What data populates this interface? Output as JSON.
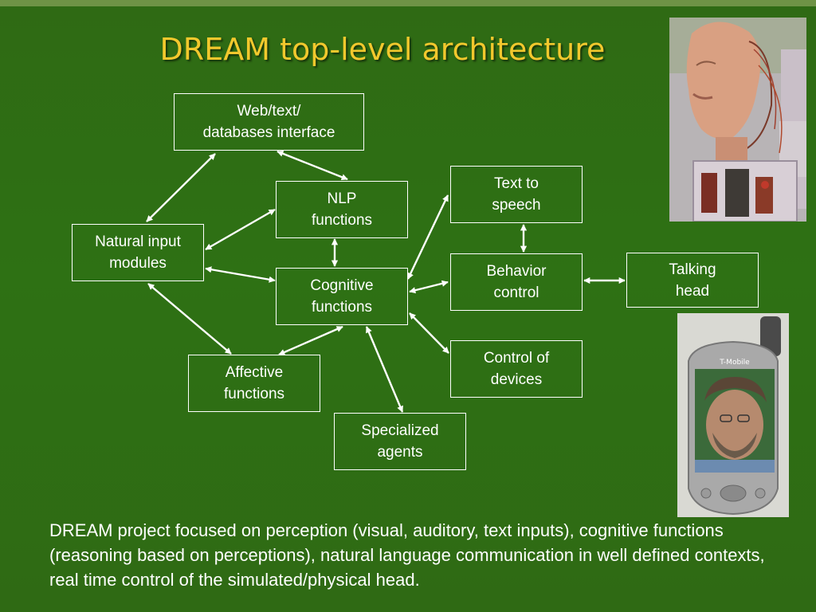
{
  "slide": {
    "title": "DREAM top-level architecture",
    "caption": "DREAM project focused on perception (visual, auditory, text inputs), cognitive functions (reasoning based on perceptions), natural language communication in well defined contexts, real time control of the simulated/physical head."
  },
  "diagram": {
    "nodes": {
      "web": [
        "Web/text/",
        "databases interface"
      ],
      "nlp": [
        "NLP",
        "functions"
      ],
      "natural": [
        "Natural input",
        "modules"
      ],
      "cognitive": [
        "Cognitive",
        "functions"
      ],
      "affective": [
        "Affective",
        "functions"
      ],
      "specialized": [
        "Specialized",
        "agents"
      ],
      "tts": [
        "Text to",
        "speech"
      ],
      "behavior": [
        "Behavior",
        "control"
      ],
      "head": [
        "Talking",
        "head"
      ],
      "devices": [
        "Control of",
        "devices"
      ]
    }
  },
  "images": {
    "robot_head": "robot-head-photo",
    "phone": "pocket-pc-phone-photo",
    "phone_brand": "T-Mobile"
  },
  "colors": {
    "title": "#f2c82d",
    "background": "#2e7114",
    "box_border": "#ffffff"
  }
}
